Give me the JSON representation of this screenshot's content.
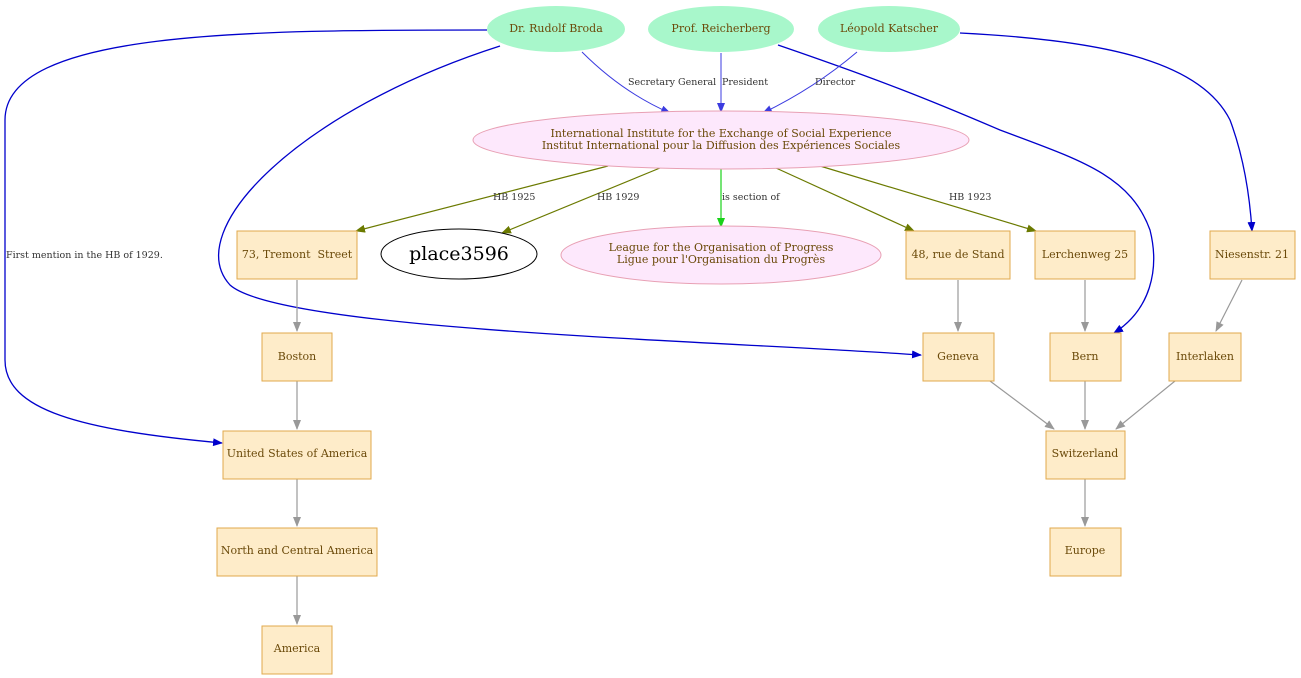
{
  "colors": {
    "person_fill": "#a8f7cb",
    "org_fill": "#fde8fc",
    "org_stroke": "#e8a0b4",
    "place_fill": "#feecc9",
    "place_stroke": "#e0a94c",
    "edge_blue": "#0000cc",
    "edge_role": "#3b3be0",
    "edge_olive": "#6b7a00",
    "edge_green": "#19d219",
    "edge_gray": "#999999"
  },
  "nodes": {
    "broda": "Dr. Rudolf Broda",
    "reicherberg": "Prof. Reicherberg",
    "katscher": "Léopold Katscher",
    "institute_en": "International Institute for the Exchange of Social Experience",
    "institute_fr": "Institut International pour la Diffusion des Expériences Sociales",
    "league_en": "League for the Organisation of Progress",
    "league_fr": "Ligue pour l'Organisation du Progrès",
    "tremont": "73, Tremont  Street",
    "place3596": "place3596",
    "stand": "48, rue de Stand",
    "lerchenweg": "Lerchenweg 25",
    "niesenstr": "Niesenstr. 21",
    "boston": "Boston",
    "geneva": "Geneva",
    "bern": "Bern",
    "interlaken": "Interlaken",
    "usa": "United States of America",
    "switzerland": "Switzerland",
    "nca": "North and Central America",
    "europe": "Europe",
    "america": "America"
  },
  "edge_labels": {
    "secretary_general": "Secretary General",
    "president": "President",
    "director": "Director",
    "hb_1925": "HB 1925",
    "hb_1929": "HB 1929",
    "is_section_of": "is section of",
    "hb_1923": "HB 1923",
    "first_mention": "First mention in the HB of 1929."
  }
}
